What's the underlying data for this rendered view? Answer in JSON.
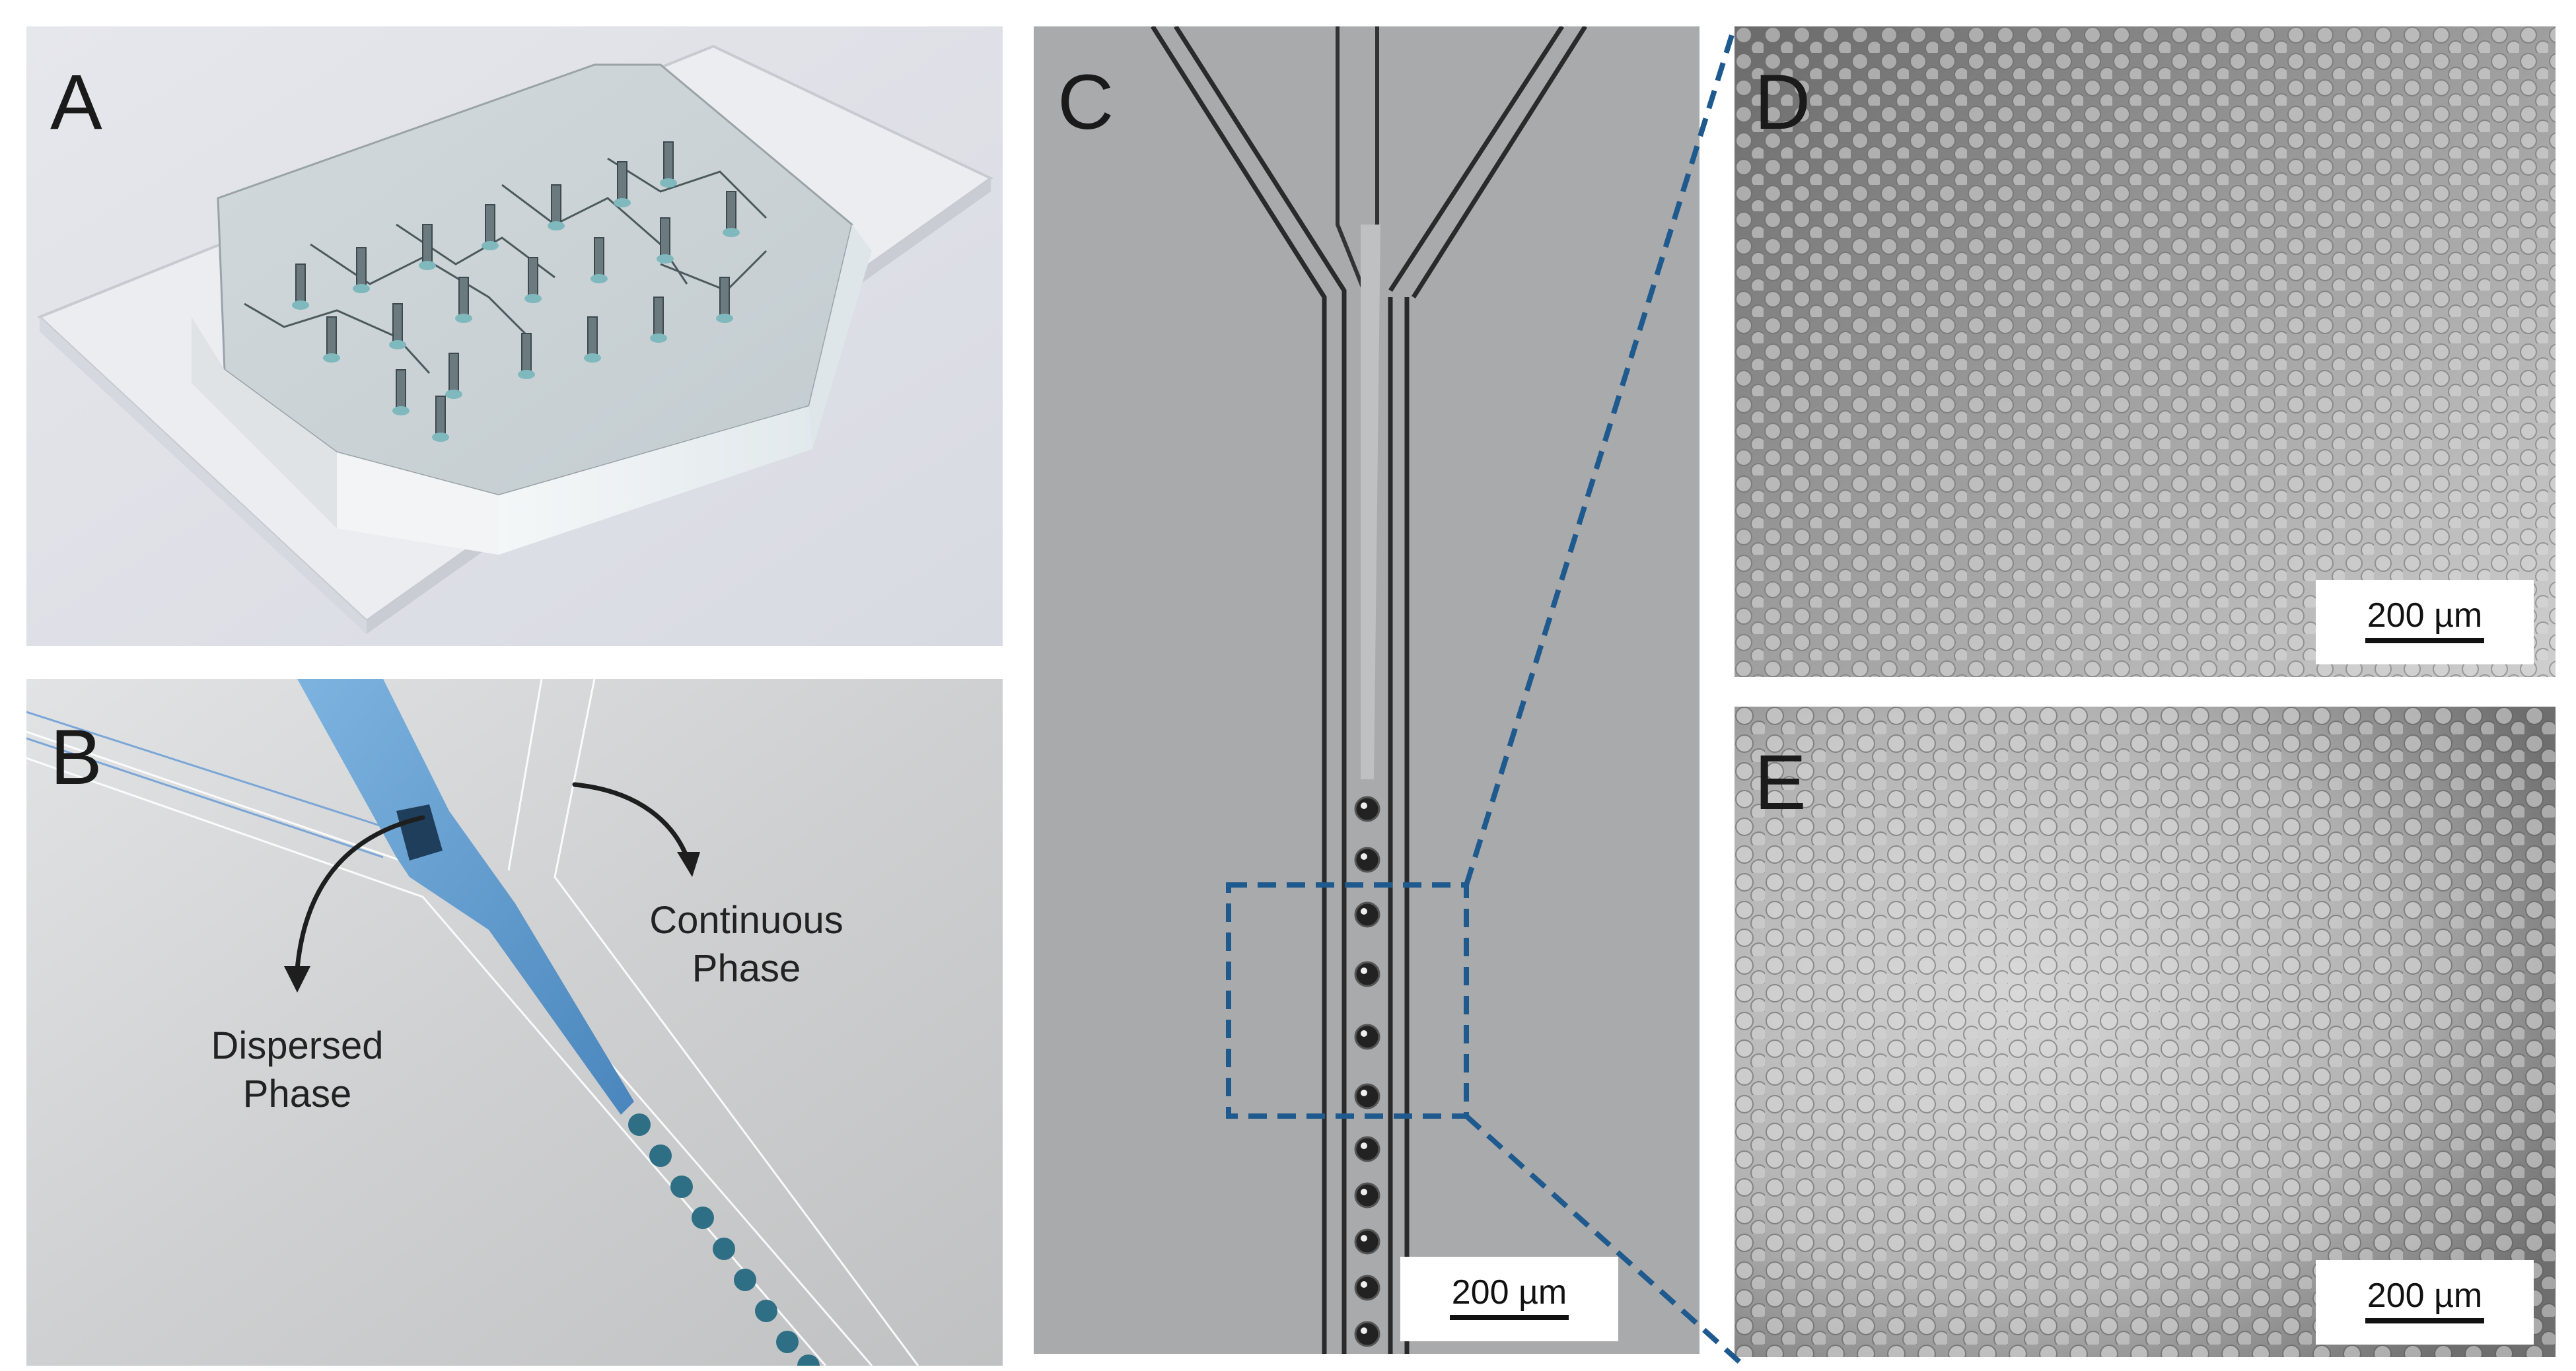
{
  "panels": {
    "a": {
      "label": "A"
    },
    "b": {
      "label": "B",
      "continuous_phase": "Continuous\nPhase",
      "dispersed_phase": "Dispersed\nPhase"
    },
    "c": {
      "label": "C",
      "scale_bar": "200 µm"
    },
    "d": {
      "label": "D",
      "scale_bar": "200 µm"
    },
    "e": {
      "label": "E",
      "scale_bar": "200 µm"
    }
  },
  "colors": {
    "accent": "#1f5a8e",
    "droplet": "#2e6f86",
    "nozzle": "#5b9ccf"
  }
}
